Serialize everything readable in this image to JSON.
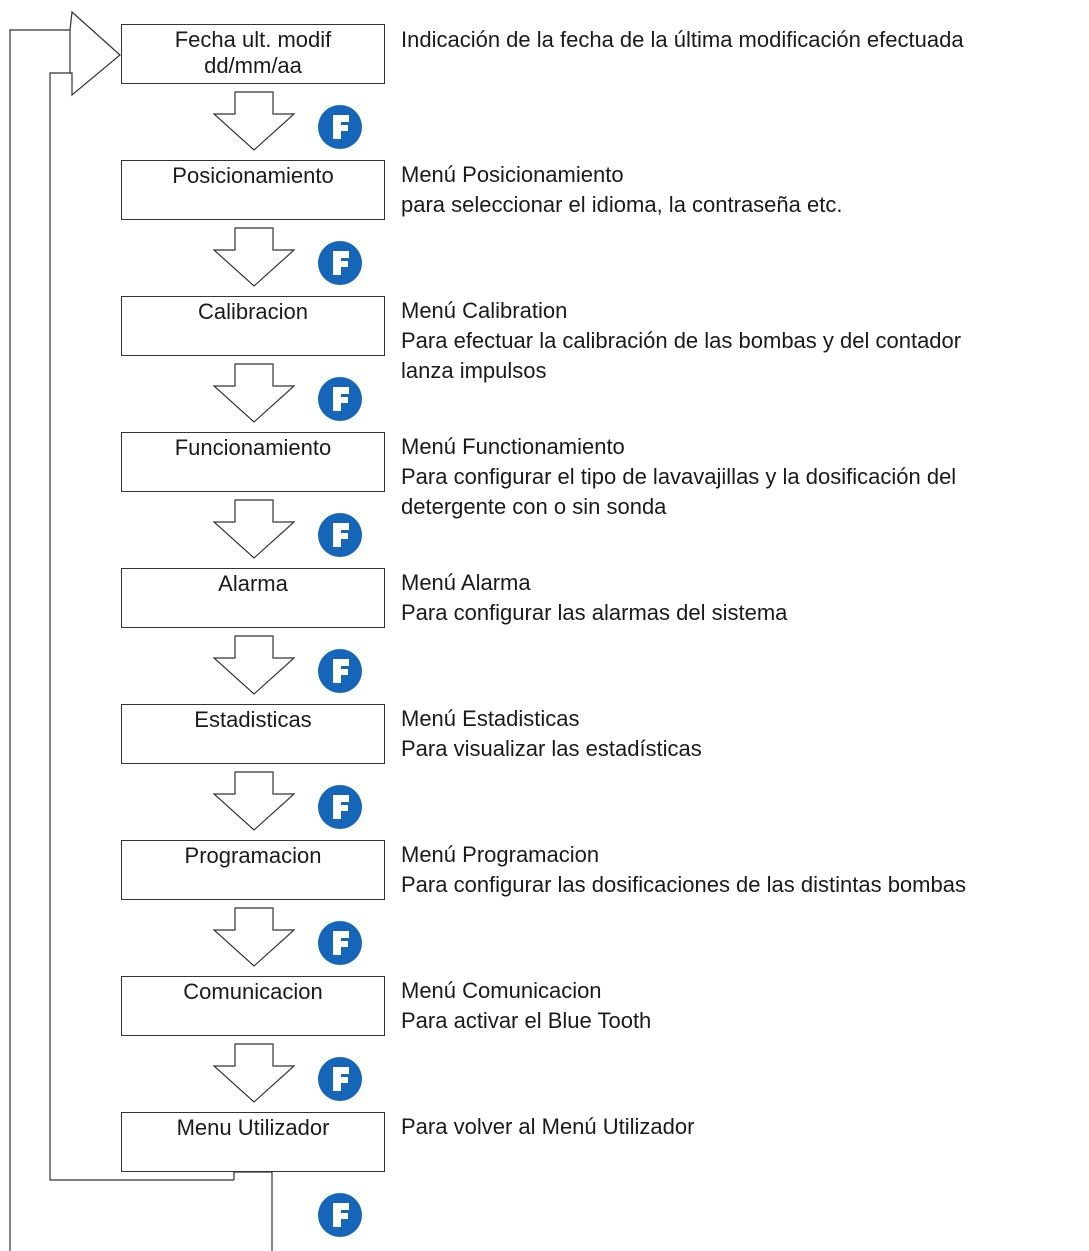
{
  "steps": [
    {
      "label": [
        "Fecha ult. modif",
        "dd/mm/aa"
      ],
      "description": [
        "Indicación de la fecha de la última modificación efectuada"
      ]
    },
    {
      "label": [
        "Posicionamiento"
      ],
      "description": [
        "Menú Posicionamiento",
        "para seleccionar el idioma, la contraseña etc."
      ]
    },
    {
      "label": [
        "Calibracion"
      ],
      "description": [
        "Menú Calibration",
        "Para efectuar la calibración de las bombas y del contador",
        "lanza impulsos"
      ]
    },
    {
      "label": [
        "Funcionamiento"
      ],
      "description": [
        "Menú Functionamiento",
        "Para configurar el tipo de lavavajillas y la dosificación del",
        "detergente con o sin sonda"
      ]
    },
    {
      "label": [
        "Alarma"
      ],
      "description": [
        "Menú  Alarma",
        "Para configurar las alarmas del sistema"
      ]
    },
    {
      "label": [
        "Estadisticas"
      ],
      "description": [
        "Menú Estadisticas",
        "Para visualizar las estadísticas"
      ]
    },
    {
      "label": [
        "Programacion"
      ],
      "description": [
        "Menú  Programacion",
        "Para configurar las dosificaciones de las distintas bombas"
      ]
    },
    {
      "label": [
        "Comunicacion"
      ],
      "description": [
        "Menú Comunicacion",
        "Para activar el Blue Tooth"
      ]
    },
    {
      "label": [
        "Menu Utilizador"
      ],
      "description": [
        "Para volver al Menú Utilizador"
      ]
    }
  ],
  "button_glyph": "F",
  "colors": {
    "button": "#1565b8",
    "line": "#333333"
  }
}
